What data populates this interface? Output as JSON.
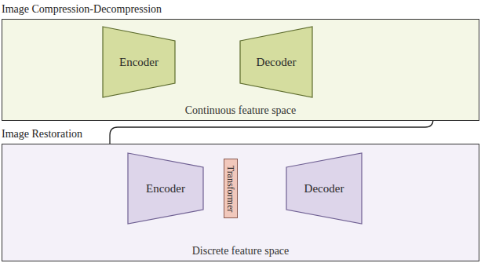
{
  "diagram": {
    "nodes": [
      {
        "text": [
          "Image Compression-Decompression",
          "Continuous feature space"
        ]
      },
      {
        "text": [
          "Encoder"
        ],
        "in": 0
      },
      {
        "text": [
          "Decoder"
        ],
        "in": 0
      },
      {
        "text": [
          "Image Restoration",
          "Discrete feature space"
        ]
      },
      {
        "text": [
          "Encoder"
        ],
        "in": 3
      },
      {
        "text": [
          "Transformer"
        ],
        "in": 3
      },
      {
        "text": [
          "Decoder"
        ],
        "in": 3
      }
    ],
    "edges": [
      {
        "from": 1,
        "to": 2,
        "arrow": "none"
      },
      {
        "from": 4,
        "to": 5,
        "arrow": "none"
      },
      {
        "from": 5,
        "to": 6,
        "arrow": "none"
      }
    ]
  }
}
